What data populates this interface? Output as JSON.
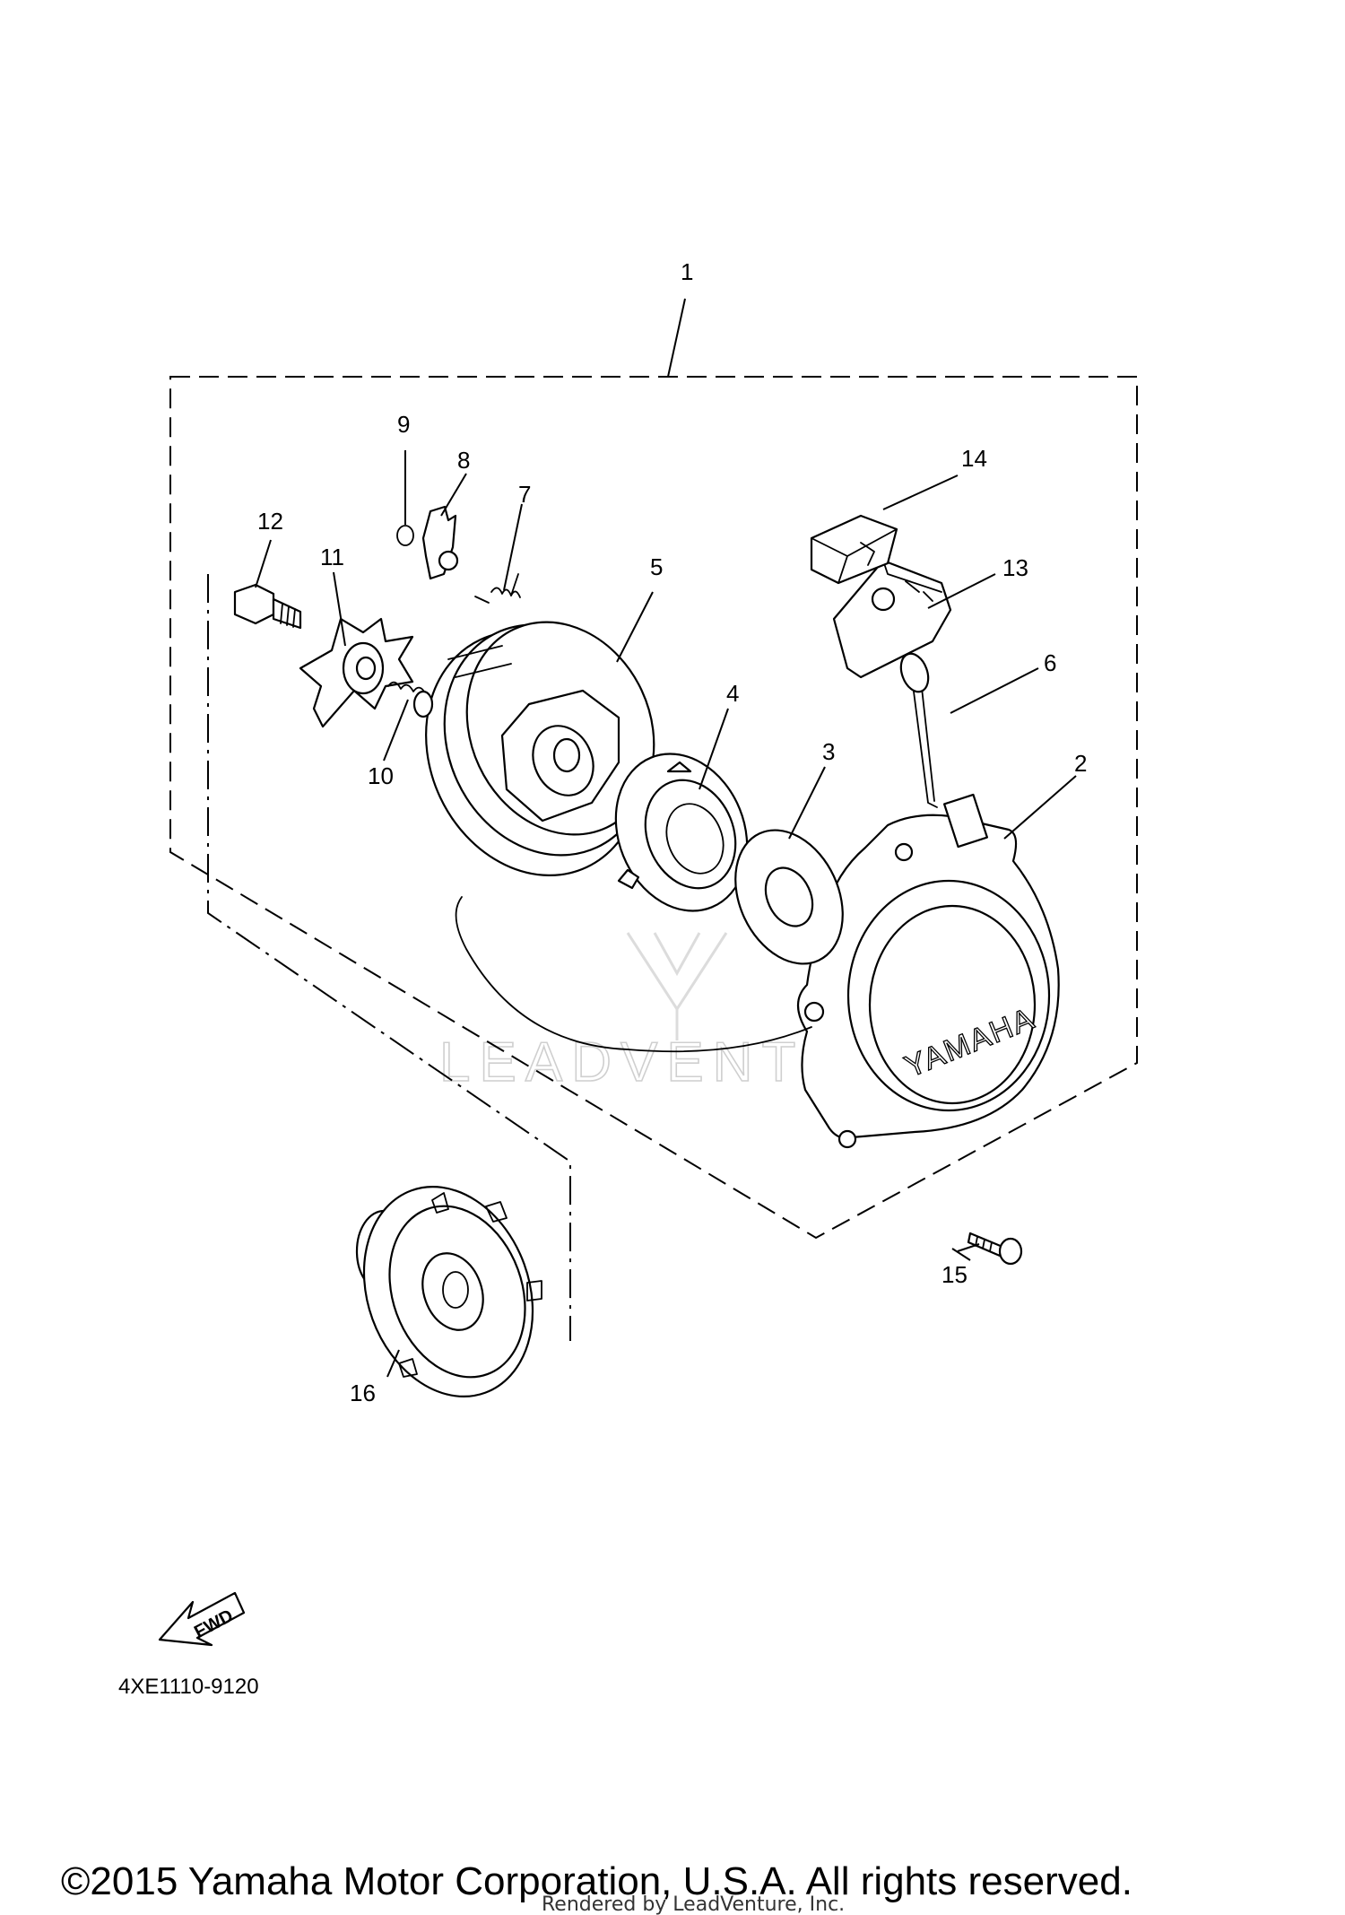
{
  "callouts": {
    "c1": "1",
    "c2": "2",
    "c3": "3",
    "c4": "4",
    "c5": "5",
    "c6": "6",
    "c7": "7",
    "c8": "8",
    "c9": "9",
    "c10": "10",
    "c11": "11",
    "c12": "12",
    "c13": "13",
    "c14": "14",
    "c15": "15",
    "c16": "16"
  },
  "brand_on_cover": "YAMAHA",
  "fwd_label": "FWD",
  "diagram_code": "4XE1110-9120",
  "copyright": "©2015 Yamaha Motor Corporation, U.S.A. All rights reserved.",
  "rendered_by": "Rendered by LeadVenture, Inc.",
  "watermark": "LEADVENTURE",
  "colors": {
    "line": "#000000",
    "background": "#ffffff",
    "watermark": "#cfcfcf"
  }
}
